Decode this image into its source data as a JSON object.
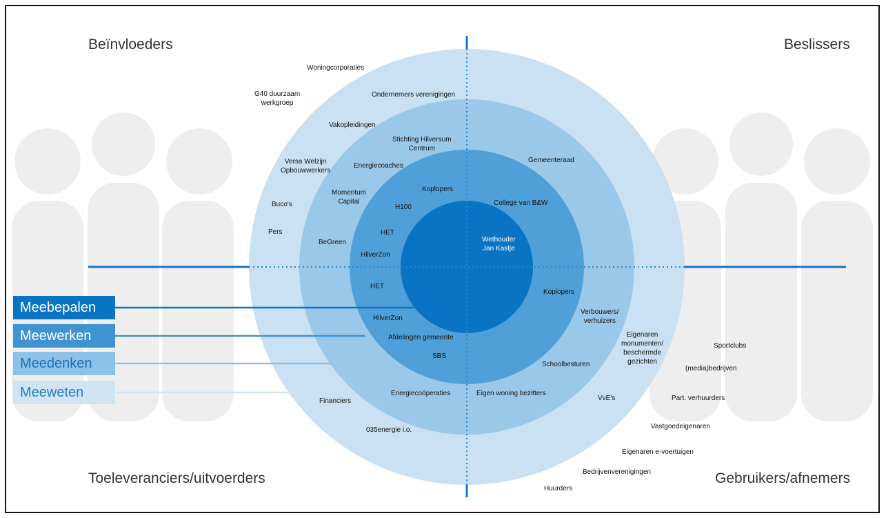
{
  "colors": {
    "ring_outer": "#c9e1f2",
    "ring_2": "#9ac8e8",
    "ring_3": "#4f9fd9",
    "ring_core": "#0a74c4",
    "axis": "#1473c4",
    "silhouette": "#eeeeee"
  },
  "quadrants": {
    "top_left": "Beïnvloeders",
    "top_right": "Beslissers",
    "bottom_left": "Toeleveranciers/uitvoerders",
    "bottom_right": "Gebruikers/afnemers"
  },
  "levels": [
    {
      "label": "Meebepalen",
      "bg": "#0a74c4",
      "fg": "#ffffff"
    },
    {
      "label": "Meewerken",
      "bg": "#3f93d3",
      "fg": "#ffffff"
    },
    {
      "label": "Meedenken",
      "bg": "#8cc2e8",
      "fg": "#1a6fb5"
    },
    {
      "label": "Meeweten",
      "bg": "#cfe5f4",
      "fg": "#2a7bc2"
    }
  ],
  "stakeholders": {
    "woningcorporaties": "Woningcorporaties",
    "g40": [
      "G40 duurzaam",
      "werkgroep"
    ],
    "ondernemers": "Ondernemers verenigingen",
    "vakopleidingen": "Vakopleidingen",
    "stichting": [
      "Stichting Hilversum",
      "Centrum"
    ],
    "versa": [
      "Versa Welzijn",
      "Opbouwwerkers"
    ],
    "energiecoaches": "Energiecoaches",
    "gemeenteraad": "Gemeenteraad",
    "momentum": [
      "Momentum",
      "Capital"
    ],
    "koplopers_top": "Koplopers",
    "bucos": "Buco's",
    "h100": "H100",
    "college": "College van B&W",
    "pers": "Pers",
    "het_top": "HET",
    "begreen": "BeGreen",
    "wethouder": [
      "Wethouder",
      "Jan Kastje"
    ],
    "hilverzon_top": "HilverZon",
    "het_bottom": "HET",
    "koplopers_bottom": "Koplopers",
    "verbouwers": [
      "Verbouwers/",
      "verhuizers"
    ],
    "hilverzon_bottom": "HilverZon",
    "afdelingen": "Afdelingen gemeente",
    "eigenaren_monumenten": [
      "Eigenaren",
      "monumenten/",
      "beschermde",
      "gezichten"
    ],
    "sportclubs": "Sportclubs",
    "sbs": "SBS",
    "schoolbesturen": "Schoolbesturen",
    "media": "(media)bedrijven",
    "financiers": "Financiers",
    "energiecooperaties": "Energiecoöperaties",
    "eigen_woning": "Eigen woning bezitters",
    "vves": "VvE's",
    "part_verhuurders": "Part. verhuurders",
    "vastgoed": "Vastgoedeigenaren",
    "energie035": "035energie i.o.",
    "e_voertuigen": "Eigenaren e-voertuigen",
    "bedrijvenverenigingen": "Bedrijvenverenigingen",
    "huurders": "Huurders"
  }
}
